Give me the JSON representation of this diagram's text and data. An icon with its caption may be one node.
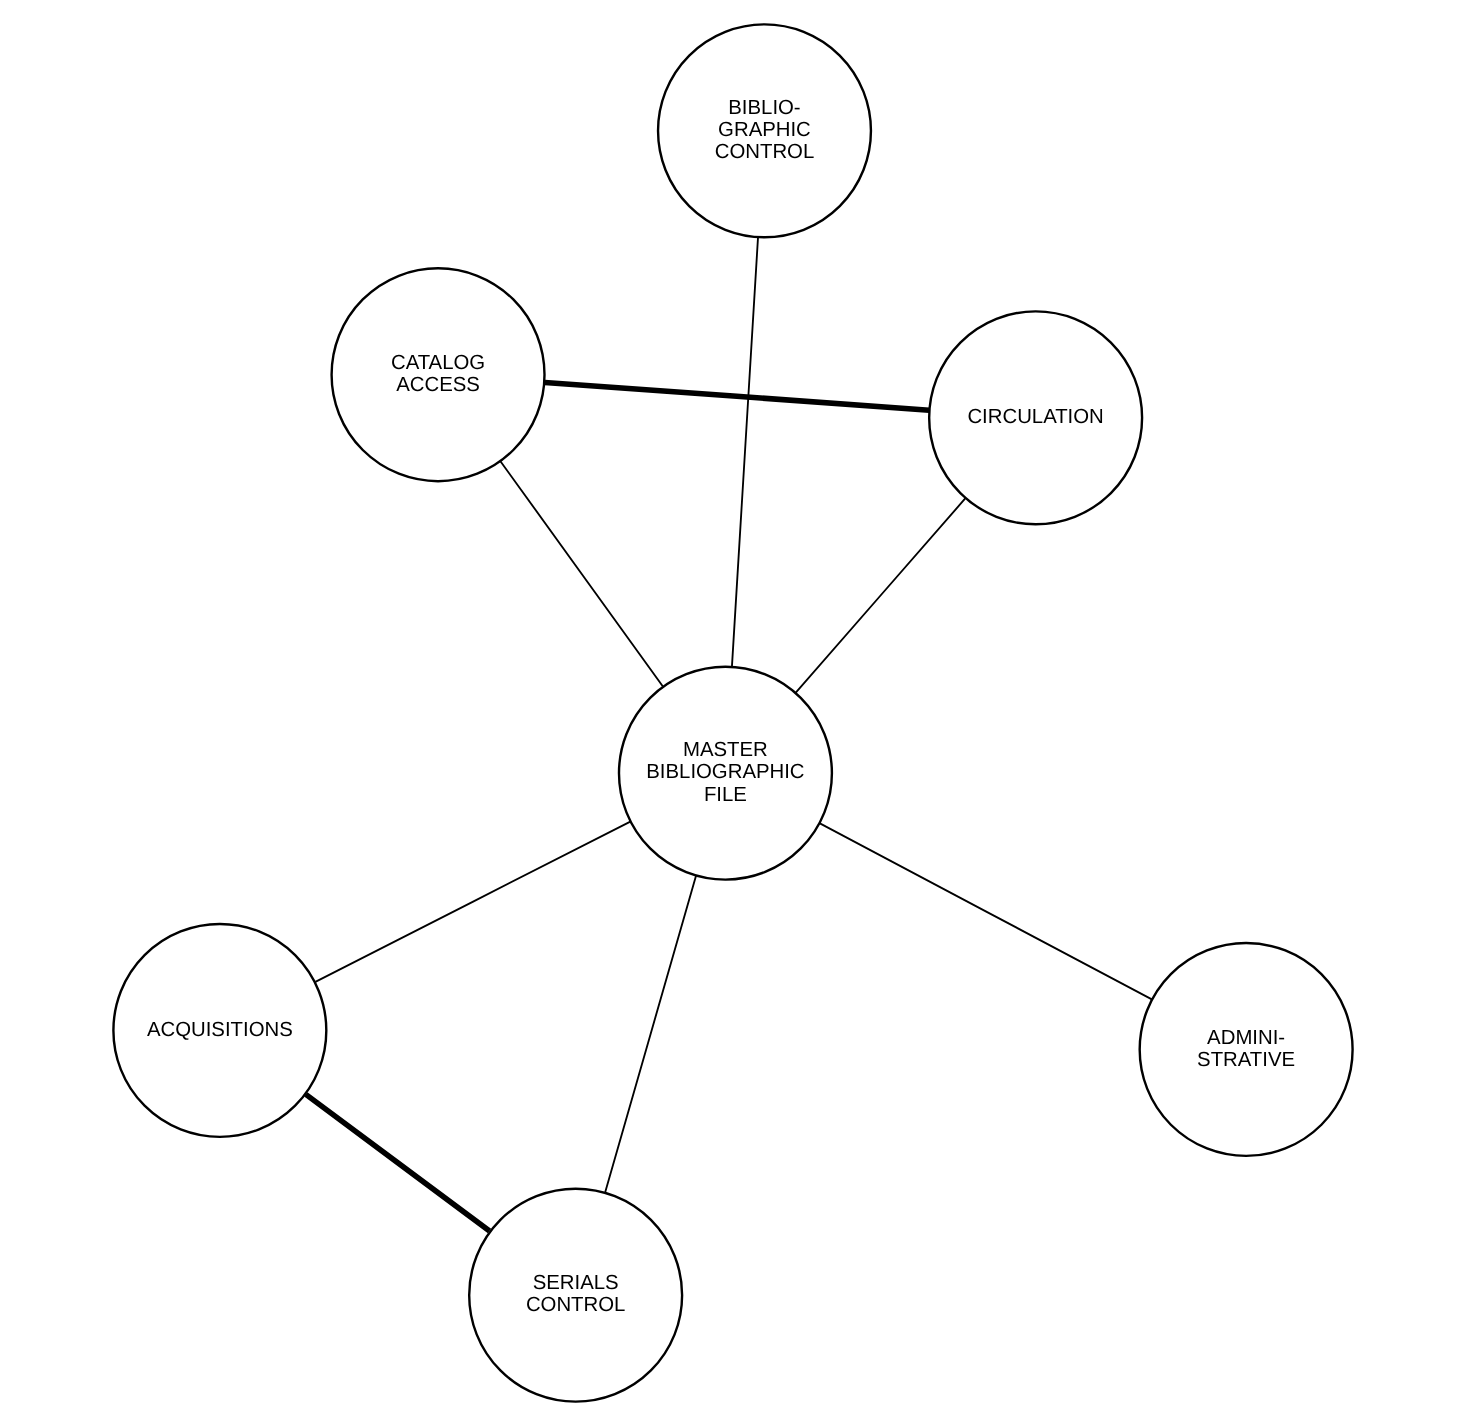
{
  "diagram": {
    "nodes": [
      {
        "text": [
          "CATALOG ACCESS"
        ]
      },
      {
        "text": [
          "CIRCULATION"
        ]
      },
      {
        "text": [
          "ADMINI- STRATIVE"
        ]
      },
      {
        "text": [
          "MASTER BIBLIOGRAPHIC FILE"
        ]
      },
      {
        "text": [
          "SERIALS CONTROL"
        ]
      },
      {
        "text": [
          "BIBLIO- GRAPHIC CONTROL"
        ]
      },
      {
        "text": [
          "ACQUISITIONS"
        ]
      }
    ],
    "edges": [
      {
        "from": 0,
        "to": 1,
        "arrow": "none",
        "style": "thick"
      },
      {
        "from": 0,
        "to": 3,
        "arrow": "none"
      },
      {
        "from": 1,
        "to": 3,
        "arrow": "none"
      },
      {
        "from": 2,
        "to": 3,
        "arrow": "none"
      },
      {
        "from": 3,
        "to": 4,
        "arrow": "none"
      },
      {
        "from": 3,
        "to": 5,
        "arrow": "none"
      },
      {
        "from": 3,
        "to": 6,
        "arrow": "none"
      },
      {
        "from": 4,
        "to": 6,
        "arrow": "none",
        "style": "thick"
      }
    ]
  }
}
